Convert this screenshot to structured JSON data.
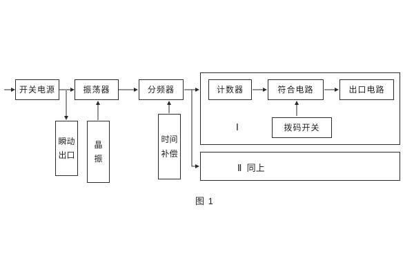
{
  "figure": {
    "caption": "图 1",
    "colors": {
      "line": "#2a2a2a",
      "background": "#ffffff"
    },
    "blocks": {
      "power": {
        "label": "开关电源"
      },
      "oscillator": {
        "label": "振荡器"
      },
      "divider": {
        "label": "分频器"
      },
      "instant_output": {
        "lines": [
          "瞬动",
          "出口"
        ]
      },
      "crystal": {
        "lines": [
          "晶",
          "振"
        ]
      },
      "time_comp": {
        "lines": [
          "时间",
          "补偿"
        ]
      },
      "counter": {
        "label": "计数器"
      },
      "coincidence": {
        "label": "符合电路"
      },
      "output_circuit": {
        "label": "出口电路"
      },
      "dip_switch": {
        "label": "拨码开关"
      },
      "group1": {
        "label": "Ⅰ"
      },
      "group2": {
        "label": "Ⅱ  同上"
      }
    },
    "connections": [
      {
        "from": "external-input",
        "to": "power"
      },
      {
        "from": "power",
        "to": "oscillator"
      },
      {
        "from": "power-oscillator-wire",
        "to": "instant_output"
      },
      {
        "from": "crystal",
        "to": "oscillator"
      },
      {
        "from": "oscillator",
        "to": "divider"
      },
      {
        "from": "time_comp",
        "to": "divider"
      },
      {
        "from": "divider",
        "to": "group1"
      },
      {
        "from": "divider",
        "to": "group2"
      },
      {
        "from": "counter",
        "to": "coincidence"
      },
      {
        "from": "coincidence",
        "to": "output_circuit"
      },
      {
        "from": "dip_switch",
        "to": "coincidence"
      }
    ]
  }
}
